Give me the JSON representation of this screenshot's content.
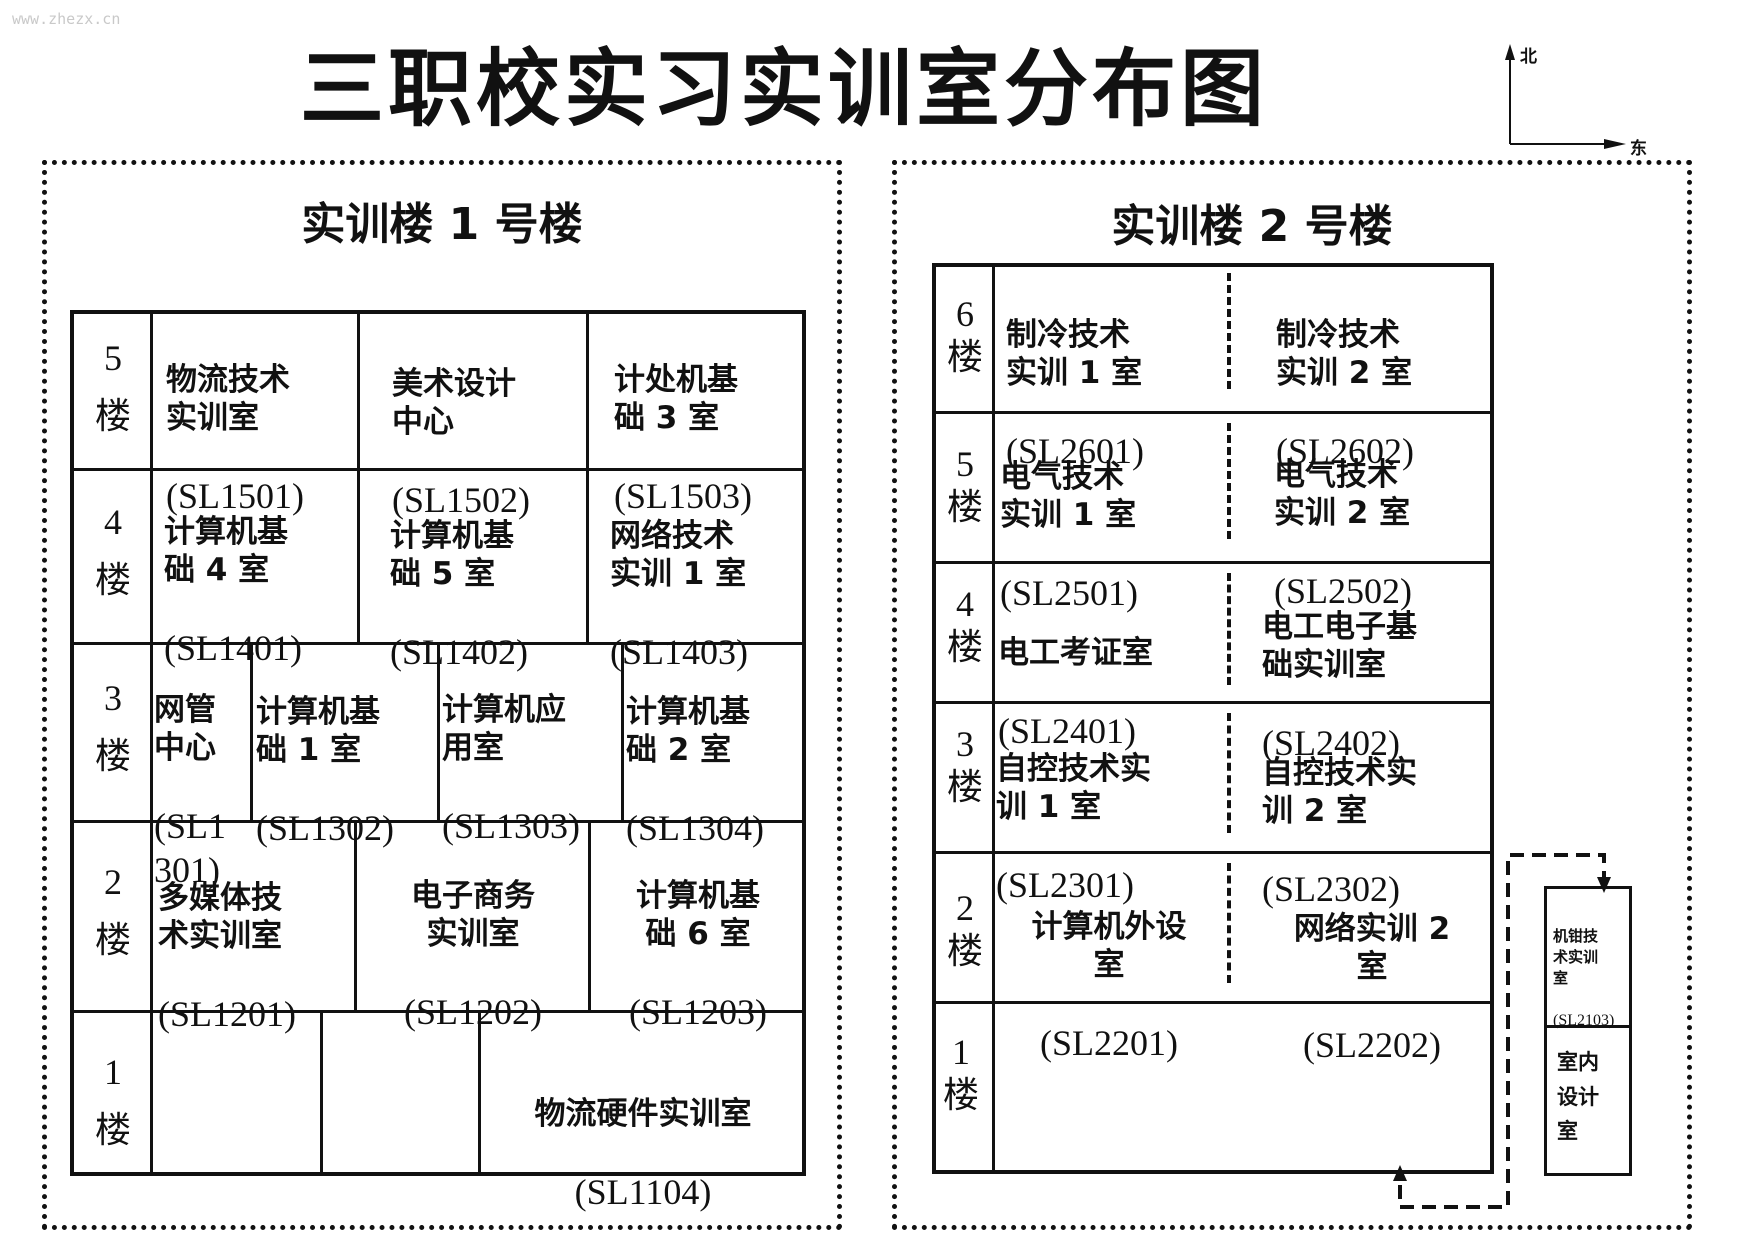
{
  "watermark": "www.zhezx.cn",
  "title": "三职校实习实训室分布图",
  "compass": {
    "north": "北",
    "east": "东"
  },
  "building1": {
    "title": "实训楼 1 号楼",
    "floors": [
      {
        "label": "5\n楼",
        "rooms": [
          {
            "name": "物流技术\n实训室",
            "code": "(SL1501)"
          },
          {
            "name": "美术设计\n中心",
            "code": "(SL1502)"
          },
          {
            "name": "计处机基\n础 3 室",
            "code": "(SL1503)"
          }
        ]
      },
      {
        "label": "4\n楼",
        "rooms": [
          {
            "name": "计算机基\n础 4 室",
            "code": "(SL1401)"
          },
          {
            "name": "计算机基\n础 5 室",
            "code": "(SL1402)"
          },
          {
            "name": "网络技术\n实训 1 室",
            "code": "(SL1403)"
          }
        ]
      },
      {
        "label": "3\n楼",
        "rooms": [
          {
            "name": "网管\n中心",
            "code": "(SL1\n301)"
          },
          {
            "name": "计算机基\n础 1 室",
            "code": "(SL1302)"
          },
          {
            "name": "计算机应\n用室",
            "code": "(SL1303)"
          },
          {
            "name": "计算机基\n础 2 室",
            "code": "(SL1304)"
          }
        ]
      },
      {
        "label": "2\n楼",
        "rooms": [
          {
            "name": "多媒体技\n术实训室",
            "code": "(SL1201)"
          },
          {
            "name": "电子商务\n实训室",
            "code": "(SL1202)"
          },
          {
            "name": "计算机基\n础 6 室",
            "code": "(SL1203)"
          }
        ]
      },
      {
        "label": "1\n楼",
        "rooms": [
          {
            "name": "物流硬件实训室",
            "code": "(SL1104)"
          }
        ]
      }
    ]
  },
  "building2": {
    "title": "实训楼 2 号楼",
    "floors": [
      {
        "label": "6\n楼",
        "rooms": [
          {
            "name": "制冷技术\n实训 1 室",
            "code": "(SL2601)"
          },
          {
            "name": "制冷技术\n实训 2 室",
            "code": "(SL2602)"
          }
        ]
      },
      {
        "label": "5\n楼",
        "rooms": [
          {
            "name": "电气技术\n实训 1 室",
            "code": "(SL2501)"
          },
          {
            "name": "电气技术\n实训 2 室",
            "code": "(SL2502)"
          }
        ]
      },
      {
        "label": "4\n楼",
        "rooms": [
          {
            "name": "电工考证室",
            "code": "(SL2401)"
          },
          {
            "name": "电工电子基\n础实训室",
            "code": "(SL2402)"
          }
        ]
      },
      {
        "label": "3\n楼",
        "rooms": [
          {
            "name": "自控技术实\n训 1 室",
            "code": "(SL2301)"
          },
          {
            "name": "自控技术实\n训 2 室",
            "code": "(SL2302)"
          }
        ]
      },
      {
        "label": "2\n楼",
        "rooms": [
          {
            "name": "计算机外设\n室",
            "code": "(SL2201)"
          },
          {
            "name": "网络实训 2\n室",
            "code": "(SL2202)"
          }
        ]
      },
      {
        "label": "1\n楼",
        "rooms": []
      }
    ],
    "annex": [
      {
        "name": "机钳技\n术实训\n室",
        "code": "(SL2103)"
      },
      {
        "name": "室内\n设计\n室",
        "code": ""
      }
    ]
  }
}
